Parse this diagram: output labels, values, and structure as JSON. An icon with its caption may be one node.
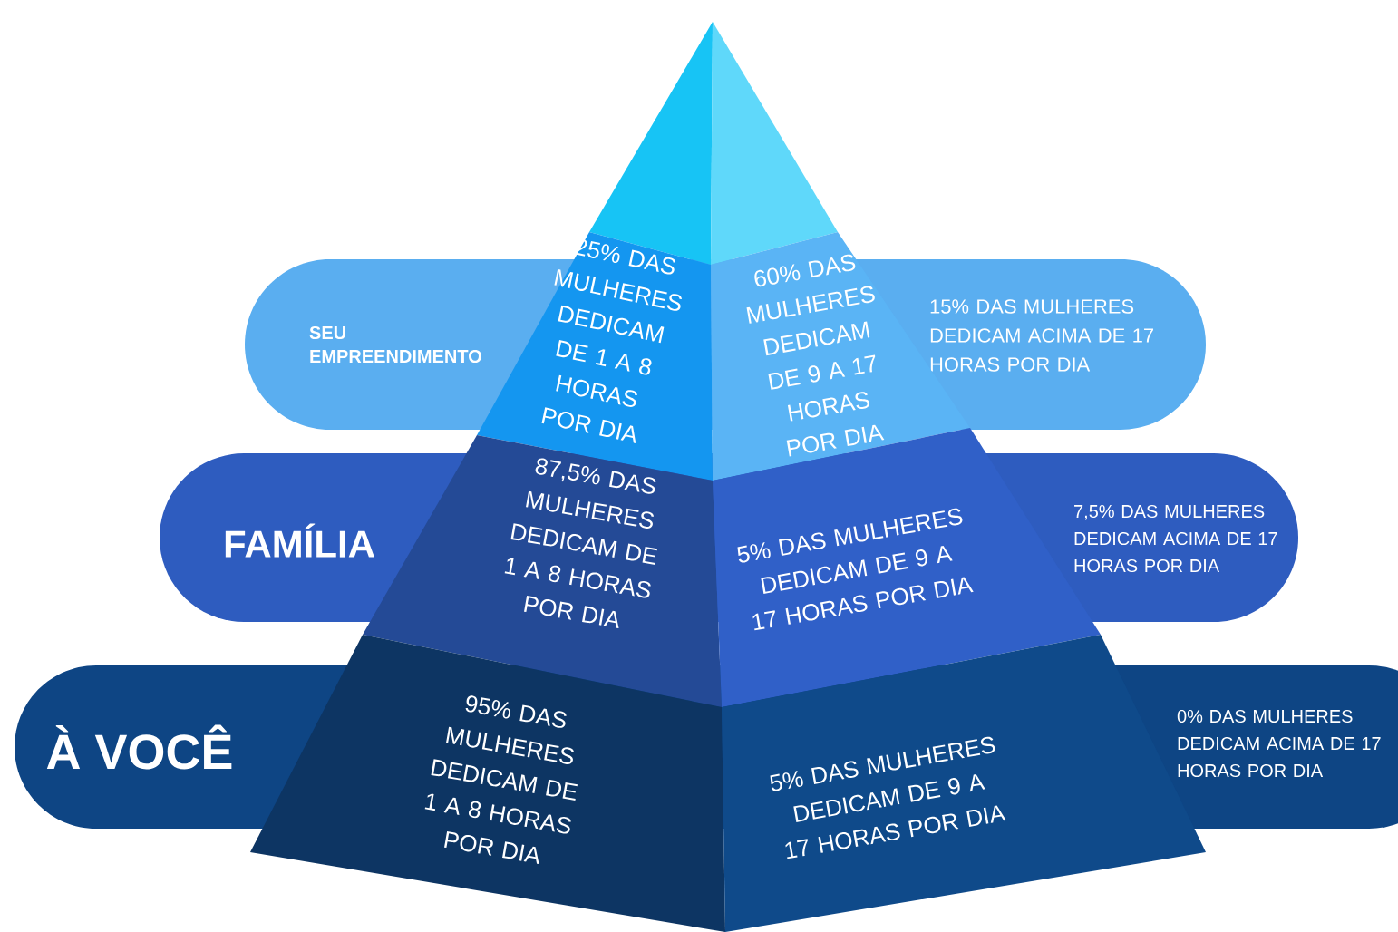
{
  "diagram": {
    "nodes": [
      {
        "text": [
          "SEU EMPREENDIMENTO",
          "15% DAS MULHERES DEDICAM ACIMA DE 17 HORAS POR DIA"
        ]
      },
      {
        "text": [
          "25% DAS MULHERES DEDICAM DE 1 A 8 HORAS POR DIA"
        ]
      },
      {
        "text": [
          "60% DAS MULHERES DEDICAM DE 9 A 17 HORAS POR DIA"
        ]
      },
      {
        "text": [
          "FAMÍLIA",
          "7,5% DAS MULHERES DEDICAM ACIMA DE 17 HORAS POR DIA"
        ]
      },
      {
        "text": [
          "87,5% DAS MULHERES DEDICAM DE 1 A 8 HORAS POR DIA"
        ]
      },
      {
        "text": [
          "5% DAS MULHERES DEDICAM DE 9 A 17 HORAS POR DIA"
        ]
      },
      {
        "text": [
          "À VOCÊ",
          "0% DAS MULHERES DEDICAM ACIMA DE 17 HORAS POR DIA"
        ]
      },
      {
        "text": [
          "95% DAS MULHERES DEDICAM DE 1 A 8 HORAS POR DIA"
        ]
      },
      {
        "text": [
          "5% DAS MULHERES DEDICAM DE 9 A 17 HORAS POR DIA"
        ]
      }
    ]
  }
}
